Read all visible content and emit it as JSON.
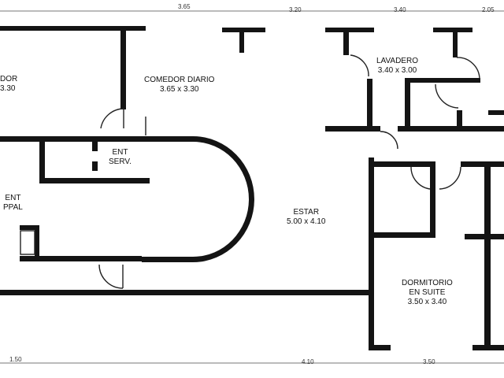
{
  "dimensions": {
    "top": [
      "3.65",
      "3.20",
      "3.40",
      "2.05"
    ],
    "bottom": [
      "1.50",
      "4.10",
      "3.50"
    ]
  },
  "rooms": {
    "comedor": {
      "name": "DOR",
      "size": "3.30"
    },
    "comedor_diario": {
      "name": "COMEDOR DIARIO",
      "size": "3.65 x 3.30"
    },
    "lavadero": {
      "name": "LAVADERO",
      "size": "3.40 x 3.00"
    },
    "ent_serv": {
      "line1": "ENT",
      "line2": "SERV."
    },
    "ent_ppal": {
      "line1": "ENT",
      "line2": "PPAL"
    },
    "estar": {
      "name": "ESTAR",
      "size": "5.00 x 4.10"
    },
    "dormitorio": {
      "line1": "DORMITORIO",
      "line2": "EN SUITE",
      "size": "3.50 x 3.40"
    }
  }
}
